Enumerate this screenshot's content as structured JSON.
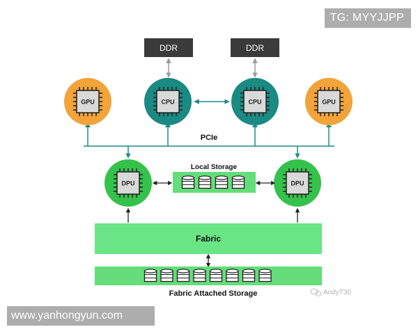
{
  "watermarks": {
    "top_right": "TG: MYYJJPP",
    "bottom_left": "www.yanhongyun.com",
    "author": "AndyT30"
  },
  "colors": {
    "ddr_box": "#3b3b3b",
    "ddr_arrow": "#9a9a9a",
    "gpu_fill": "#f2a33a",
    "cpu_fill": "#1a8a83",
    "dpu_fill": "#35c24c",
    "connector": "#1f8a8a",
    "storage_fill": "#64dd7a",
    "fabric_fill": "#6ae485",
    "chip_body": "#d9d9d9"
  },
  "diagram": {
    "ddr_left": "DDR",
    "ddr_right": "DDR",
    "gpu_left": "GPU",
    "cpu_left": "CPU",
    "cpu_right": "CPU",
    "gpu_right": "GPU",
    "dpu_left": "DPU",
    "dpu_right": "DPU",
    "pcie": "PCIe",
    "local_storage": "Local Storage",
    "fabric": "Fabric",
    "fabric_storage": "Fabric Attached Storage"
  },
  "icons": {
    "chip": "processor-chip-icon",
    "disk": "disk-stack-icon"
  },
  "disk_counts": {
    "local_storage": 4,
    "fabric_storage": 8
  }
}
